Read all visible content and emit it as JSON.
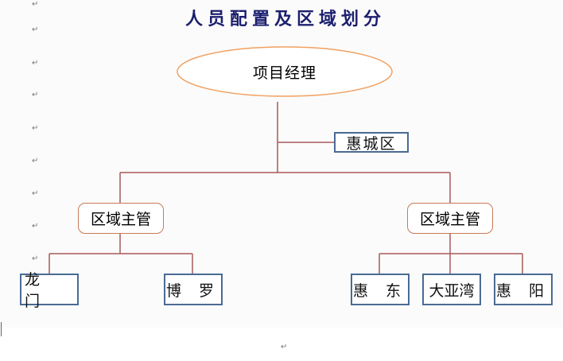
{
  "title": "人员配置及区域划分",
  "return_mark": "↵",
  "root": "项目经理",
  "side_node": "惠城区",
  "managers": [
    {
      "label": "区域主管",
      "areas": [
        "龙 门",
        "博 罗"
      ]
    },
    {
      "label": "区域主管",
      "areas": [
        "惠 东",
        "大亚湾",
        "惠 阳"
      ]
    }
  ]
}
